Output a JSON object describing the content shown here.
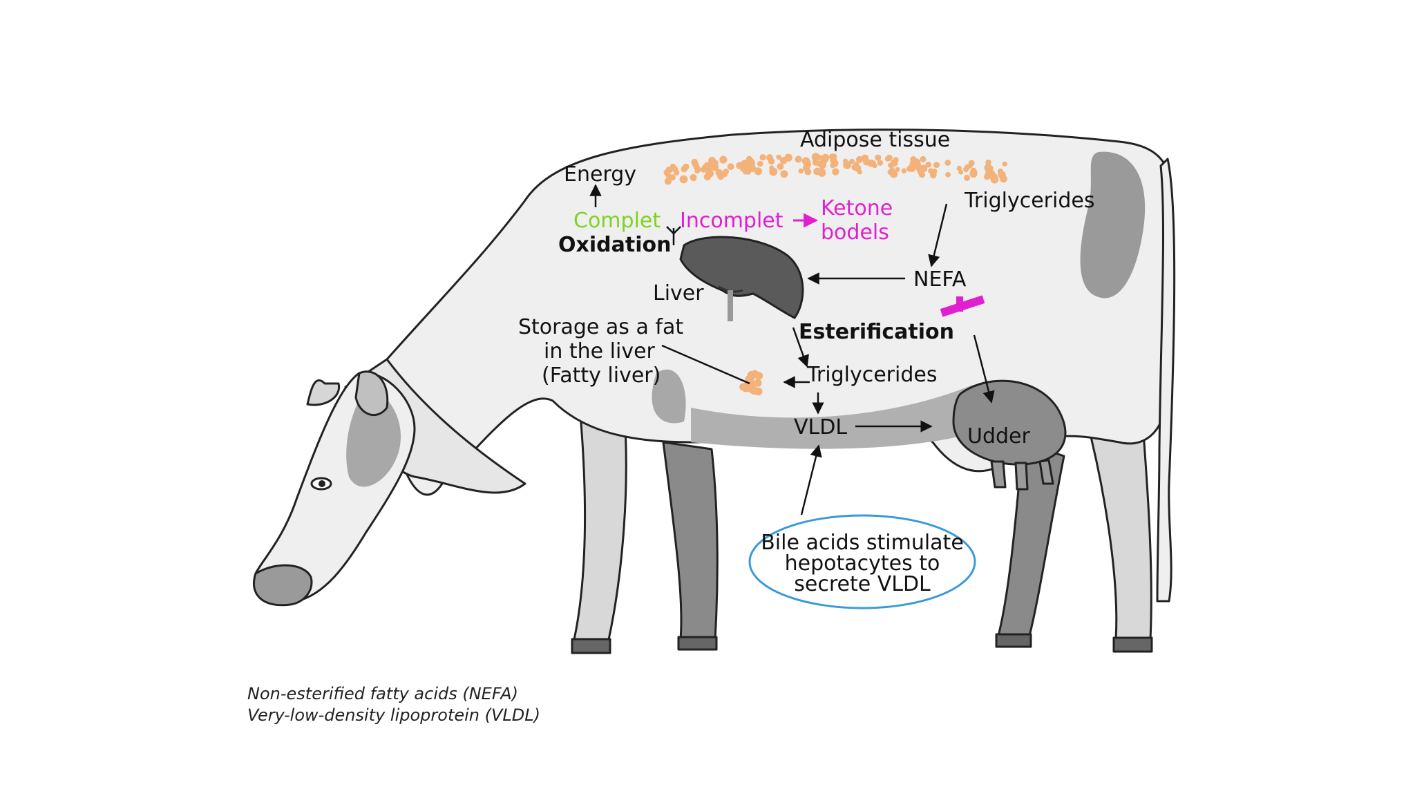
{
  "labels": {
    "adipose_tissue": "Adipose tissue",
    "energy": "Energy",
    "complet": "Complet",
    "incomplet": "Incomplet",
    "ketone_line1": "Ketone",
    "ketone_line2": "bodels",
    "oxidation": "Oxidation",
    "triglycerides_top": "Triglycerides",
    "nefa": "NEFA",
    "liver": "Liver",
    "storage_line1": "Storage as a fat",
    "storage_line2": "in the liver",
    "storage_line3": "(Fatty liver)",
    "esterification": "Esterification",
    "triglycerides_mid": "Triglycerides",
    "vldl": "VLDL",
    "udder": "Udder",
    "bile_line1": "Bile acids stimulate",
    "bile_line2": "hepotacytes to",
    "bile_line3": "secrete VLDL"
  },
  "footnotes": {
    "nefa": "Non-esterified fatty acids (NEFA)",
    "vldl": "Very-low-density lipoprotein (VLDL)"
  },
  "colors": {
    "complet": "#7ed321",
    "incomplet": "#e020d0",
    "fat": "#f2b27a",
    "cow_body": "#efefef",
    "cow_spots": "#9a9a9a",
    "liver": "#5a5a5a",
    "bile_ellipse": "#3a9ad9",
    "inhibitor": "#e020d0"
  }
}
